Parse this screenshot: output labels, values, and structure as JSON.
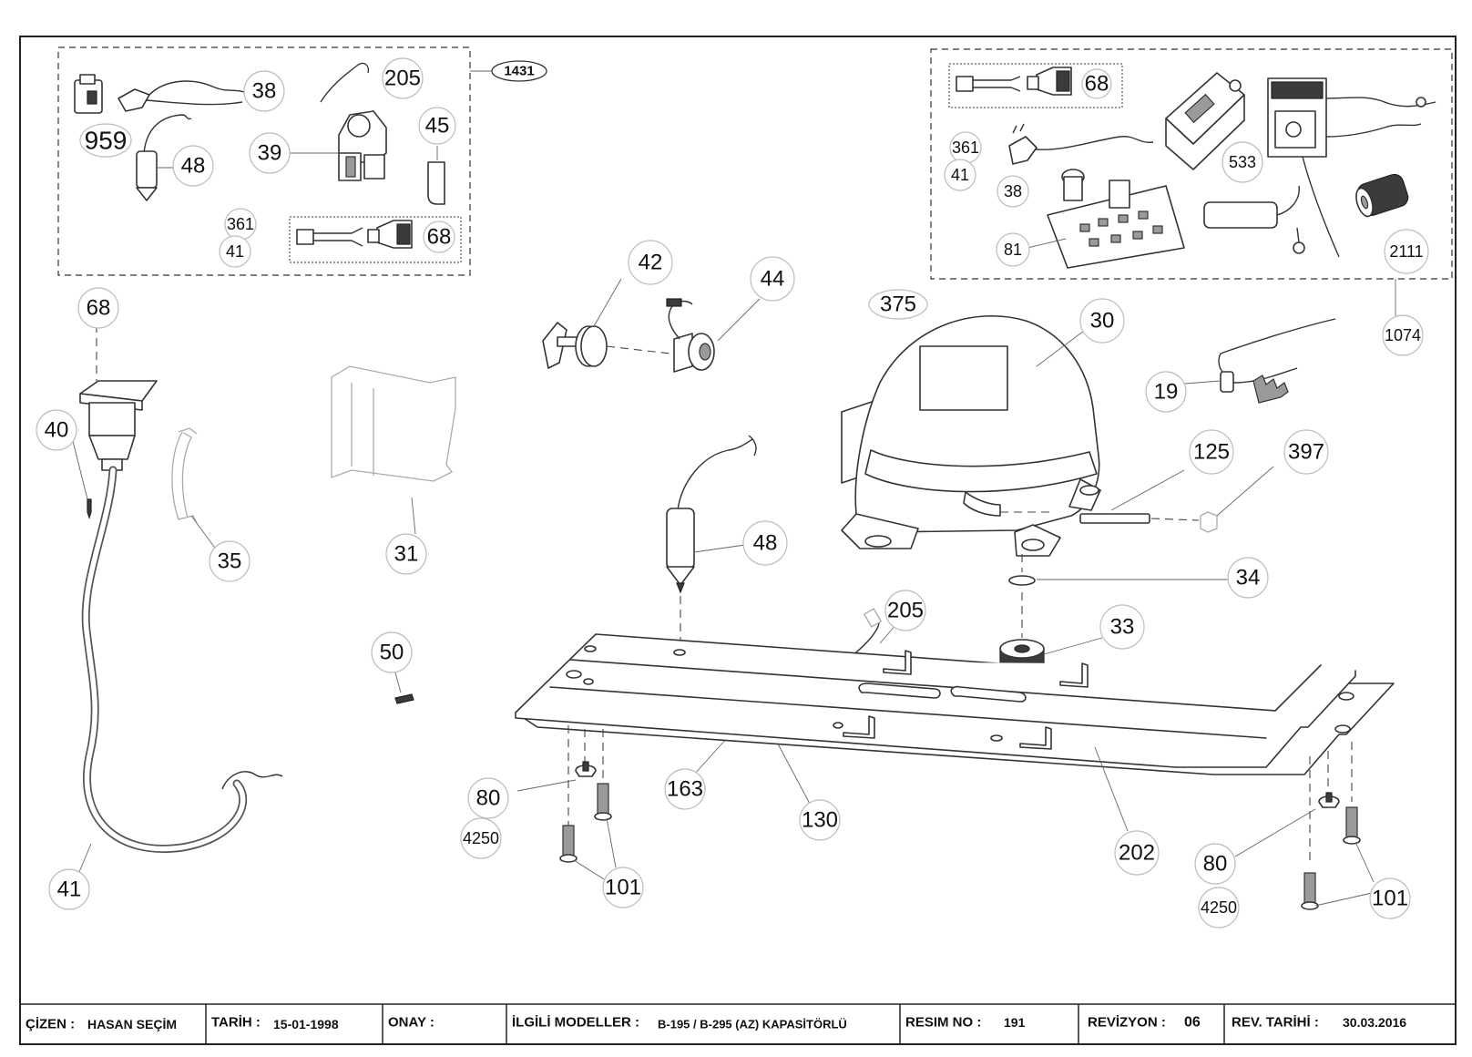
{
  "callouts": {
    "c38_top": "38",
    "c205_top": "205",
    "c959": "959",
    "c39": "39",
    "c45": "45",
    "c48_top": "48",
    "c361_left": "361",
    "c41_left_box": "41",
    "c68_left_box": "68",
    "c1431": "1431",
    "c68_right_box": "68",
    "c361_right": "361",
    "c41_right_box": "41",
    "c38_right": "38",
    "c81": "81",
    "c533": "533",
    "c2111": "2111",
    "c1074": "1074",
    "c68_main": "68",
    "c40": "40",
    "c35": "35",
    "c31": "31",
    "c41_main": "41",
    "c50": "50",
    "c42": "42",
    "c44": "44",
    "c48_main": "48",
    "c205_main": "205",
    "c163": "163",
    "c130": "130",
    "c375": "375",
    "c30": "30",
    "c19": "19",
    "c125": "125",
    "c397": "397",
    "c34": "34",
    "c33": "33",
    "c202": "202",
    "c80_left": "80",
    "c4250_left": "4250",
    "c101_left": "101",
    "c80_right": "80",
    "c4250_right": "4250",
    "c101_right": "101"
  },
  "title_block": {
    "cizen_label": "ÇİZEN :",
    "cizen_value": "HASAN SEÇİM",
    "tarih_label": "TARİH :",
    "tarih_value": "15-01-1998",
    "onay_label": "ONAY :",
    "models_label": "İLGİLİ MODELLER :",
    "models_value": "B-195 / B-295 (AZ) KAPASİTÖRLÜ",
    "resim_label": "RESIM NO :",
    "resim_value": "191",
    "revizyon_label": "REVİZYON :",
    "revizyon_value": "06",
    "rev_tarihi_label": "REV. TARİHİ :",
    "rev_tarihi_value": "30.03.2016"
  }
}
